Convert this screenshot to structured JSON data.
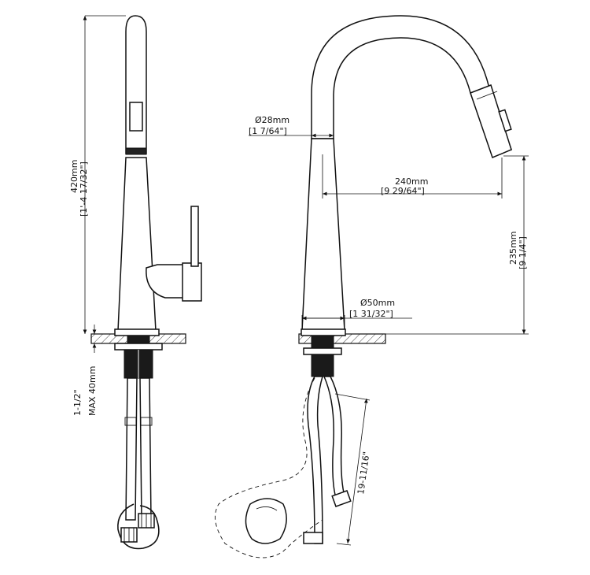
{
  "dimensions": {
    "height_total": {
      "mm": "420mm",
      "inch": "[1'-4 17/32\"]"
    },
    "deck_max": {
      "inch": "1-1/2\"",
      "mm": "MAX 40mm"
    },
    "spout_diameter": {
      "mm": "Ø28mm",
      "inch": "[1 7/64\"]"
    },
    "reach": {
      "mm": "240mm",
      "inch": "[9 29/64\"]"
    },
    "spout_height": {
      "mm": "235mm",
      "inch": "[9 1/4\"]"
    },
    "base_diameter": {
      "mm": "Ø50mm",
      "inch": "[1 31/32\"]"
    },
    "hose_length": {
      "inch": "19-11/16\""
    }
  }
}
